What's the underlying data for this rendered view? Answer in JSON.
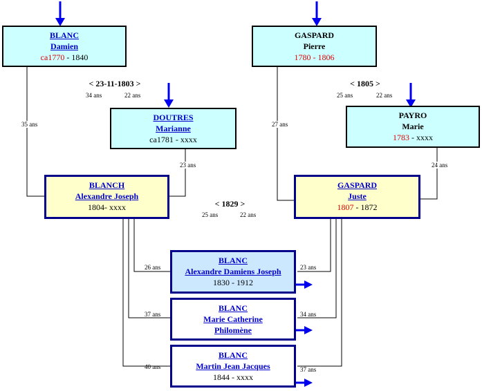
{
  "persons": {
    "damien": {
      "surname": "BLANC",
      "given": "Damien",
      "birth": "ca1770",
      "sep": " - ",
      "death": "1840"
    },
    "pierre": {
      "surname": "GASPARD",
      "given": "Pierre",
      "birth": "1780",
      "sep": " - ",
      "death": "1806"
    },
    "marianne": {
      "surname": "DOUTRES",
      "given": "Marianne",
      "birth": "ca1781",
      "sep": " - ",
      "death": "xxxx"
    },
    "marie": {
      "surname": "PAYRO",
      "given": "Marie",
      "birth": "1783",
      "sep": " - ",
      "death": "xxxx"
    },
    "alexandre": {
      "surname": "BLANCH",
      "given": "Alexandre Joseph",
      "birth": "1804",
      "sep": "- ",
      "death": "xxxx"
    },
    "juste": {
      "surname": "GASPARD",
      "given": "Juste",
      "birth": "1807",
      "sep": " - ",
      "death": "1872"
    },
    "child1": {
      "surname": "BLANC",
      "given": "Alexandre Damiens Joseph",
      "birth": "1830",
      "sep": " - ",
      "death": "1912"
    },
    "child2": {
      "surname": "BLANC",
      "given": "Marie Catherine",
      "given2": "Philomène"
    },
    "child3": {
      "surname": "BLANC",
      "given": "Martin Jean Jacques",
      "birth": "1844",
      "sep": " - ",
      "death": "xxxx"
    }
  },
  "marriages": {
    "m1": {
      "date": "< 23-11-1803 >",
      "age_husband": "34 ans",
      "age_wife": "22 ans"
    },
    "m2": {
      "date": "< 1805 >",
      "age_husband": "25 ans",
      "age_wife": "22 ans"
    },
    "m3": {
      "date": "< 1829 >",
      "age_husband": "25 ans",
      "age_wife": "22 ans"
    }
  },
  "ages": {
    "damien_child": "35 ans",
    "marianne_child": "23 ans",
    "pierre_child": "27 ans",
    "marie_child": "24 ans",
    "father_c1": "26 ans",
    "father_c2": "37 ans",
    "father_c3": "40 ans",
    "mother_c1": "23 ans",
    "mother_c2": "34 ans",
    "mother_c3": "37 ans"
  },
  "colors": {
    "arrow": "#0000ee",
    "line": "#000000",
    "red_date": "#e00000",
    "link": "#0000cc"
  }
}
